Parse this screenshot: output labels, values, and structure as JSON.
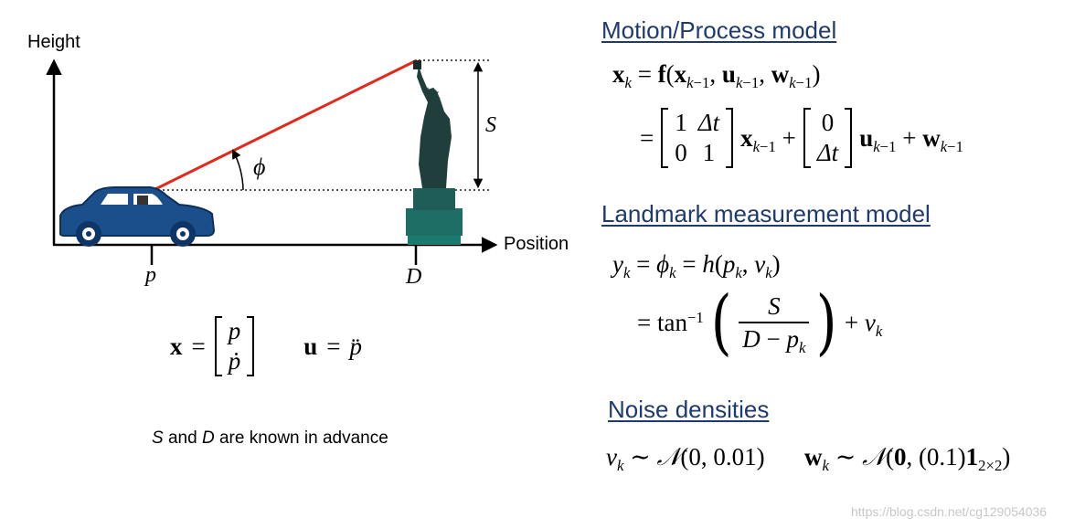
{
  "diagram": {
    "axis_y_label": "Height",
    "axis_x_label": "Position",
    "label_p": "p",
    "label_D": "D",
    "label_S": "S",
    "label_phi": "ϕ",
    "colors": {
      "sight_line": "#e02a1c",
      "car": "#1b4f8c",
      "statue_top": "#1e3b3a",
      "statue_base": "#1a7a70"
    }
  },
  "state_defs": {
    "x_sym": "x",
    "equals": "=",
    "vec_top": "p",
    "vec_bottom": "ṗ",
    "u_sym": "u",
    "u_rhs": "p̈"
  },
  "known_note": {
    "S": "S",
    "and": " and ",
    "D": "D",
    "rest": " are known in advance"
  },
  "motion": {
    "heading": "Motion/Process model",
    "line1": "x_k = f(x_{k−1}, u_{k−1}, w_{k−1})",
    "A": [
      [
        "1",
        "Δt"
      ],
      [
        "0",
        "1"
      ]
    ],
    "B": [
      [
        "0"
      ],
      [
        "Δt"
      ]
    ]
  },
  "landmark": {
    "heading": "Landmark measurement model",
    "line1": "y_k = ϕ_k = h(p_k, v_k)",
    "frac_num": "S",
    "frac_den": "D − p_k",
    "tan": "tan"
  },
  "noise": {
    "heading": "Noise densities",
    "v": "v_k ∼ 𝒩(0, 0.01)",
    "w": "w_k ∼ 𝒩(0, (0.1)1_{2×2})"
  },
  "watermark": "https://blog.csdn.net/cg129054036"
}
